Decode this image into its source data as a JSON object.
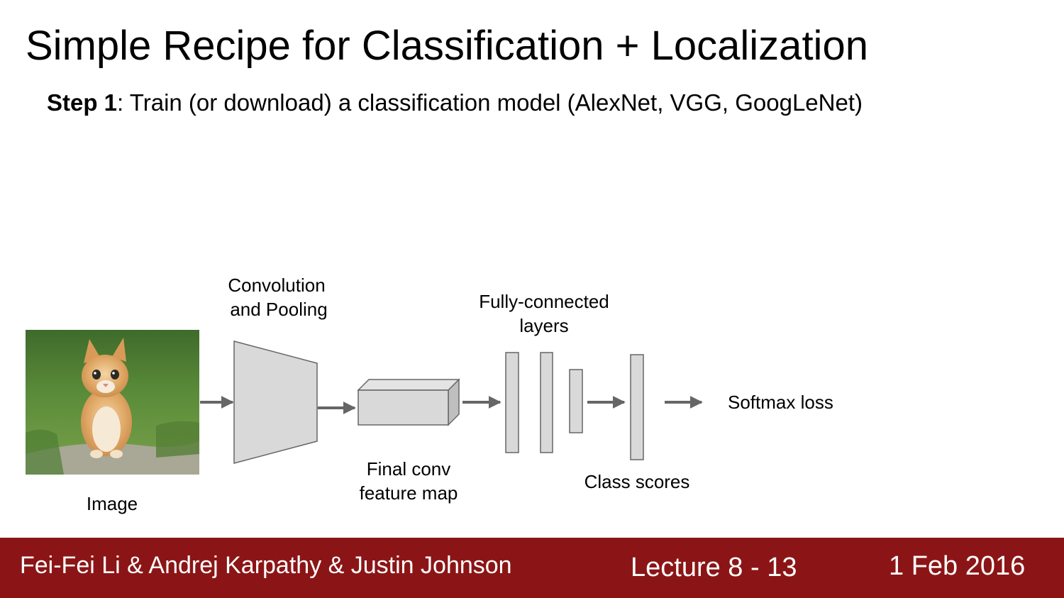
{
  "slide": {
    "title": "Simple Recipe for Classification + Localization",
    "step_label": "Step 1",
    "step_text": ": Train (or download) a classification model (AlexNet, VGG, GoogLeNet)"
  },
  "diagram": {
    "labels": {
      "image": "Image",
      "conv_line1": "Convolution",
      "conv_line2": "and Pooling",
      "final_line1": "Final conv",
      "final_line2": "feature map",
      "fc_line1": "Fully-connected",
      "fc_line2": "layers",
      "class_scores": "Class scores",
      "softmax": "Softmax loss"
    },
    "colors": {
      "block_fill": "#d9d9d9",
      "block_top": "#e4e4e4",
      "block_side": "#bfbfbf",
      "block_stroke": "#666666",
      "arrow": "#666666"
    }
  },
  "footer": {
    "authors": "Fei-Fei Li & Andrej Karpathy & Justin Johnson",
    "lecture": "Lecture 8 - 13",
    "date": "1 Feb 2016",
    "bg_color": "#8b1516"
  }
}
